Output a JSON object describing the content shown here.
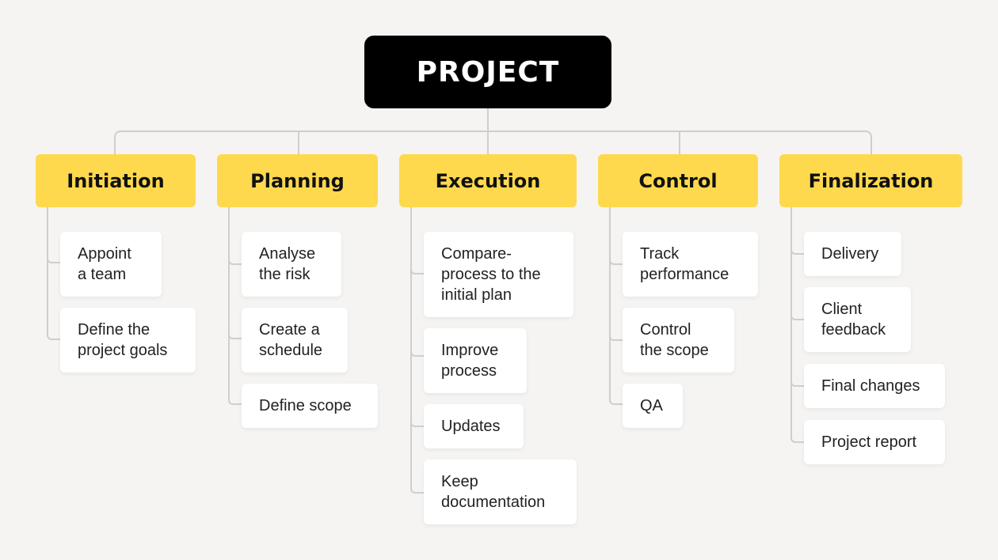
{
  "root": {
    "label": "PROJECT"
  },
  "colors": {
    "root_bg": "#000000",
    "phase_bg": "#ffd94d",
    "task_bg": "#ffffff",
    "background": "#f5f4f2",
    "connector": "#cfcecc"
  },
  "phases": [
    {
      "label": "Initiation",
      "tasks": [
        "Appoint\na team",
        "Define the\nproject goals"
      ]
    },
    {
      "label": "Planning",
      "tasks": [
        "Analyse\nthe risk",
        "Create a\nschedule",
        "Define scope"
      ]
    },
    {
      "label": "Execution",
      "tasks": [
        "Compare-\nprocess to the\ninitial plan",
        "Improve\nprocess",
        "Updates",
        "Keep\ndocumentation"
      ]
    },
    {
      "label": "Control",
      "tasks": [
        "Track\nperformance",
        "Control\nthe scope",
        "QA"
      ]
    },
    {
      "label": "Finalization",
      "tasks": [
        "Delivery",
        "Client\nfeedback",
        "Final changes",
        "Project report"
      ]
    }
  ]
}
